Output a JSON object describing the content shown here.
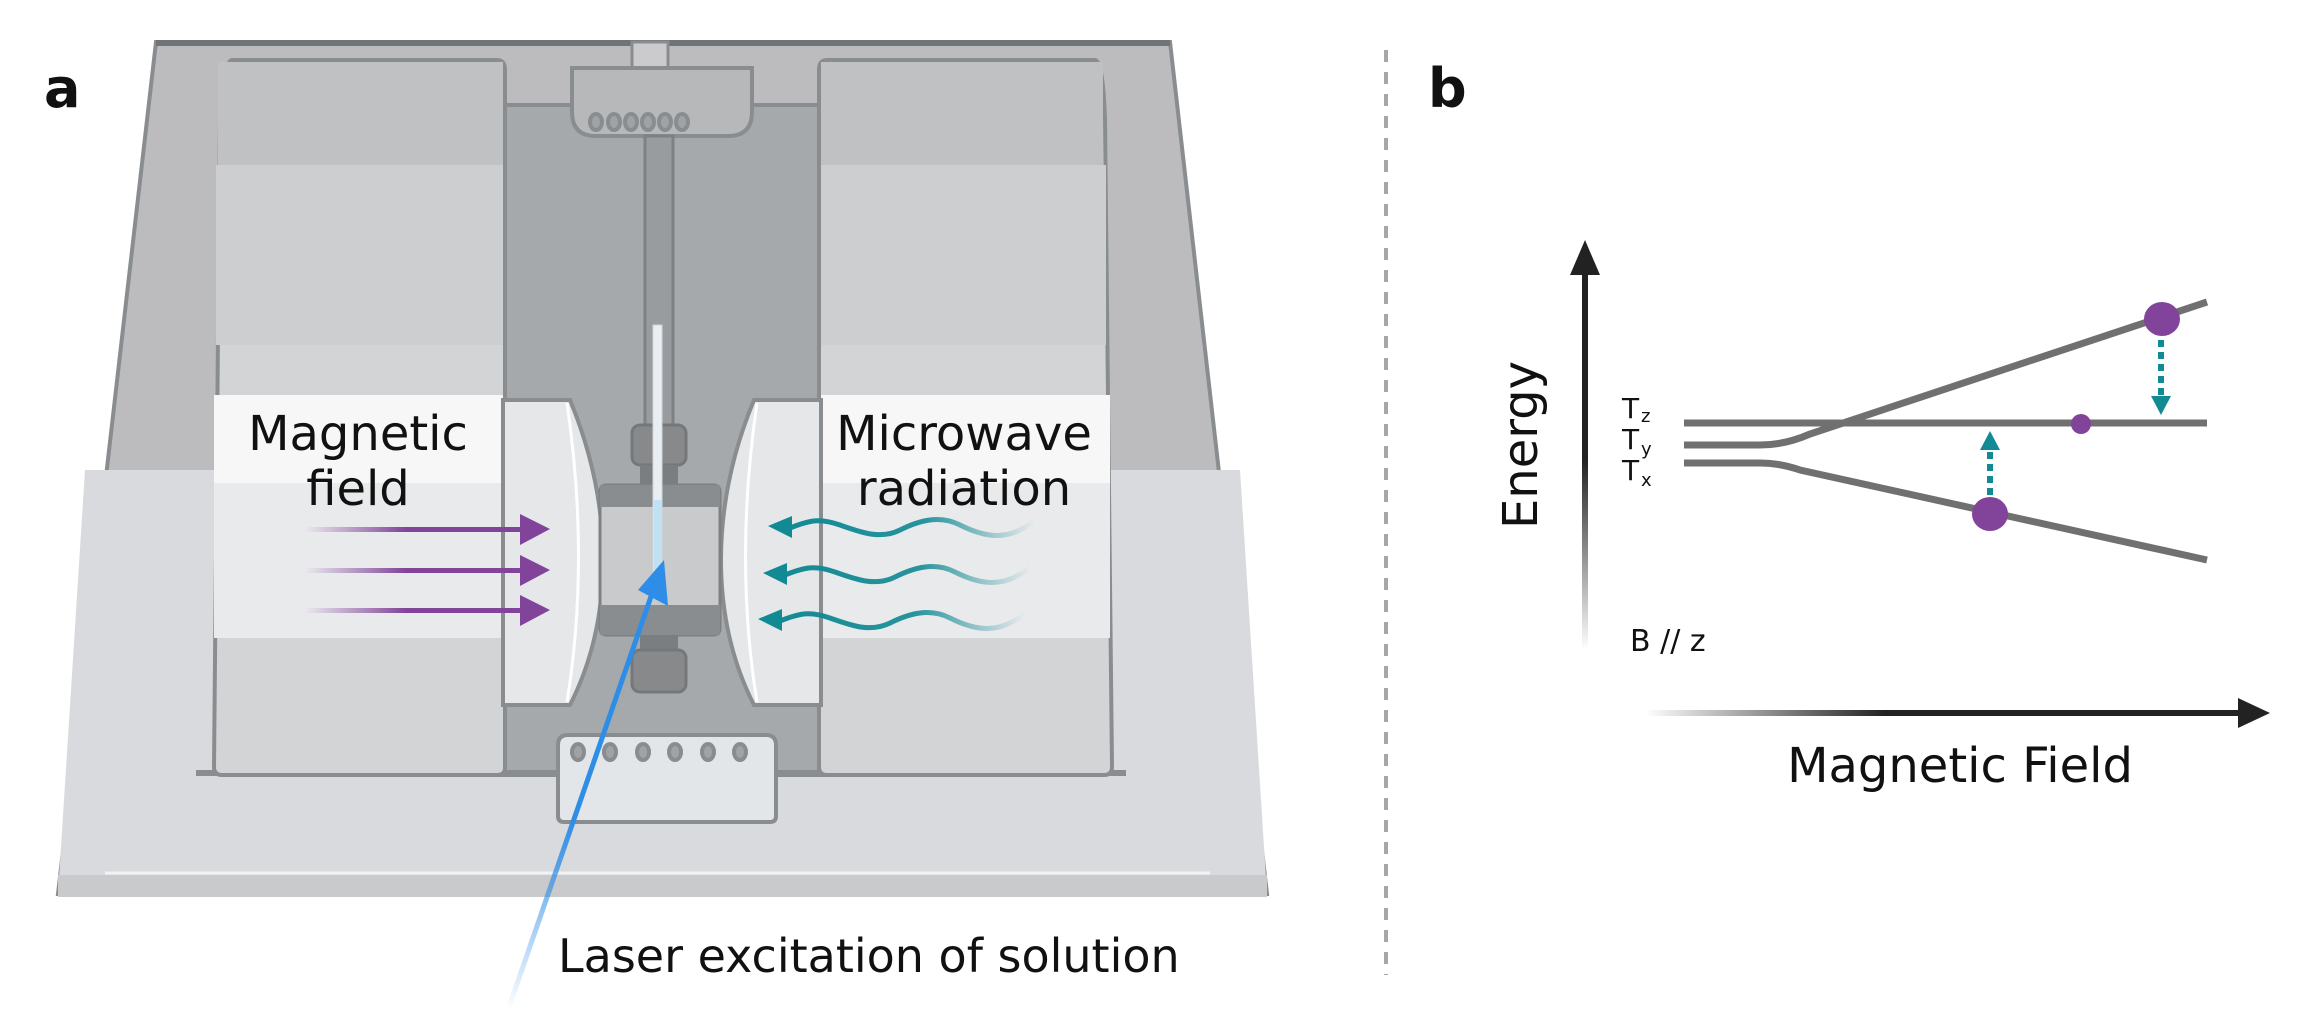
{
  "panel_a": {
    "letter": "a",
    "magnetic_label_line1": "Magnetic",
    "magnetic_label_line2": "field",
    "microwave_label_line1": "Microwave",
    "microwave_label_line2": "radiation",
    "laser_label": "Laser excitation of solution",
    "colors": {
      "magnetic_arrow": "#82439a",
      "microwave_wave": "#128a94",
      "laser": "#2e8de6"
    }
  },
  "panel_b": {
    "letter": "b",
    "y_axis_label": "Energy",
    "x_axis_label": "Magnetic Field",
    "orientation_label": "B // z",
    "levels": [
      {
        "name": "T",
        "sub": "z"
      },
      {
        "name": "T",
        "sub": "y"
      },
      {
        "name": "T",
        "sub": "x"
      }
    ],
    "colors": {
      "level_line": "#707070",
      "population": "#82439a",
      "transition": "#128a94"
    }
  }
}
